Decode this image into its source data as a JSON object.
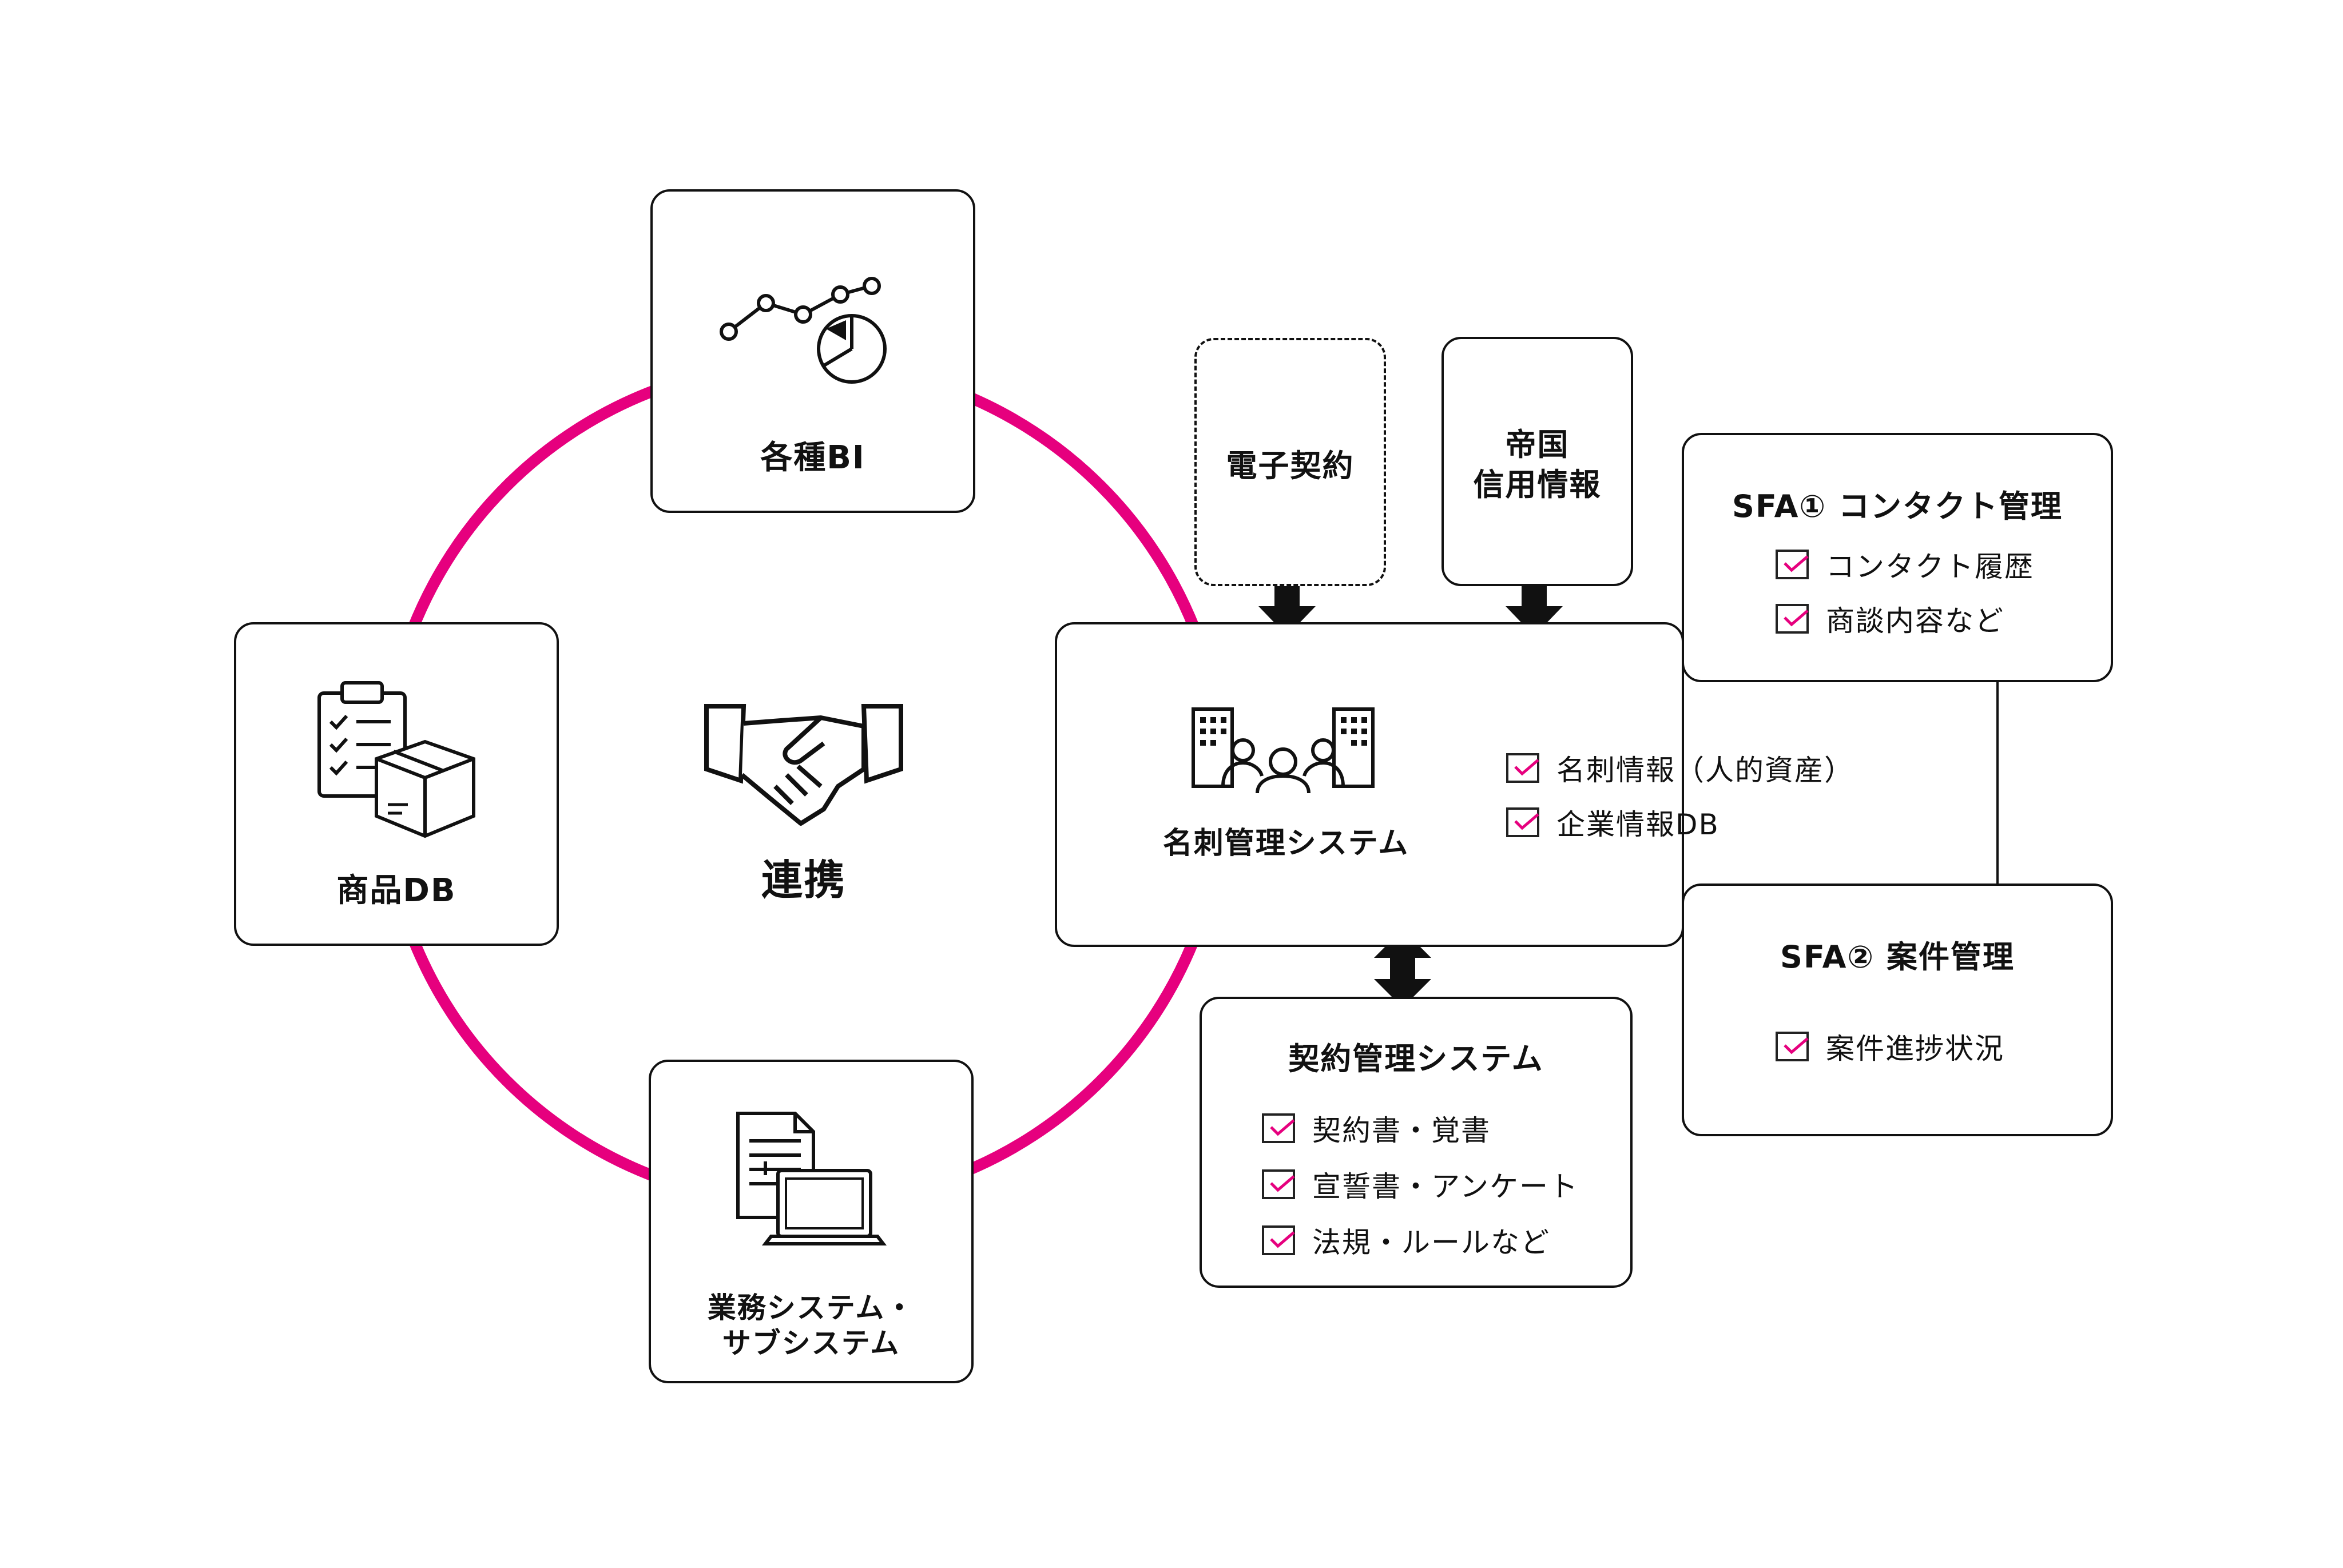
{
  "colors": {
    "accent": "#e6007e",
    "line": "#111111"
  },
  "hub": {
    "label": "連携",
    "icon": "handshake-icon"
  },
  "ring_nodes": {
    "bi": {
      "label": "各種BI",
      "icon": "line-pie-chart-icon"
    },
    "product_db": {
      "label": "商品DB",
      "icon": "clipboard-box-icon"
    },
    "business": {
      "label_line1": "業務システム・",
      "label_line2": "サブシステム",
      "icon": "document-laptop-icon"
    }
  },
  "sources": {
    "e_contract": {
      "label": "電子契約"
    },
    "teikoku": {
      "label_line1": "帝国",
      "label_line2": "信用情報"
    }
  },
  "card_system": {
    "label": "名刺管理システム",
    "icon": "office-people-icon",
    "items": [
      "名刺情報（人的資産）",
      "企業情報DB"
    ]
  },
  "sfa1": {
    "title": "SFA① コンタクト管理",
    "items": [
      "コンタクト履歴",
      "商談内容など"
    ]
  },
  "sfa2": {
    "title": "SFA② 案件管理",
    "items": [
      "案件進捗状況"
    ]
  },
  "contract_mgmt": {
    "title": "契約管理システム",
    "items": [
      "契約書・覚書",
      "宣誓書・アンケート",
      "法規・ルールなど"
    ]
  }
}
